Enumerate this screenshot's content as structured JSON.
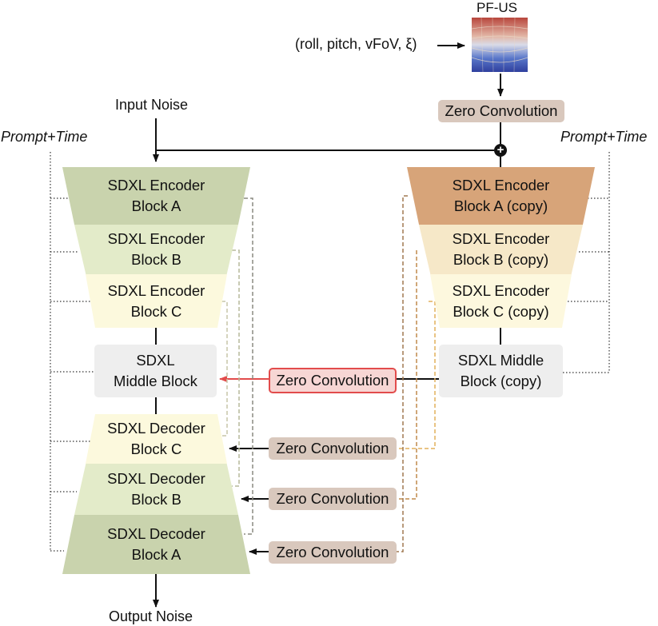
{
  "colors": {
    "enc_a": "#c9d3ad",
    "enc_b": "#e3ebc9",
    "enc_c": "#fcf9dd",
    "middle": "#eeeeee",
    "copy_a": "#d7a479",
    "copy_b": "#f6e8c8",
    "copy_c": "#fdf8de",
    "zero_conv": "#d9c8bd",
    "zero_conv_highlight_fill": "#f7d6d4",
    "zero_conv_highlight_border": "#e24c4c"
  },
  "labels": {
    "pfus": "PF-US",
    "camera_params": "(roll, pitch, vFoV, ξ)",
    "input_noise": "Input Noise",
    "output_noise": "Output Noise",
    "prompt_time_left": "Prompt+Time",
    "prompt_time_right": "Prompt+Time"
  },
  "left": {
    "enc_a": [
      "SDXL Encoder",
      "Block A"
    ],
    "enc_b": [
      "SDXL Encoder",
      "Block B"
    ],
    "enc_c": [
      "SDXL Encoder",
      "Block C"
    ],
    "middle": [
      "SDXL",
      "Middle Block"
    ],
    "dec_c": [
      "SDXL Decoder",
      "Block C"
    ],
    "dec_b": [
      "SDXL Decoder",
      "Block B"
    ],
    "dec_a": [
      "SDXL Decoder",
      "Block A"
    ]
  },
  "right": {
    "enc_a": [
      "SDXL Encoder",
      "Block A (copy)"
    ],
    "enc_b": [
      "SDXL Encoder",
      "Block B (copy)"
    ],
    "enc_c": [
      "SDXL Encoder",
      "Block C (copy)"
    ],
    "middle": [
      "SDXL Middle",
      "Block (copy)"
    ]
  },
  "zero_convs": {
    "top": "Zero Convolution",
    "middle": "Zero Convolution",
    "dec_c": "Zero Convolution",
    "dec_b": "Zero Convolution",
    "dec_a": "Zero Convolution"
  }
}
